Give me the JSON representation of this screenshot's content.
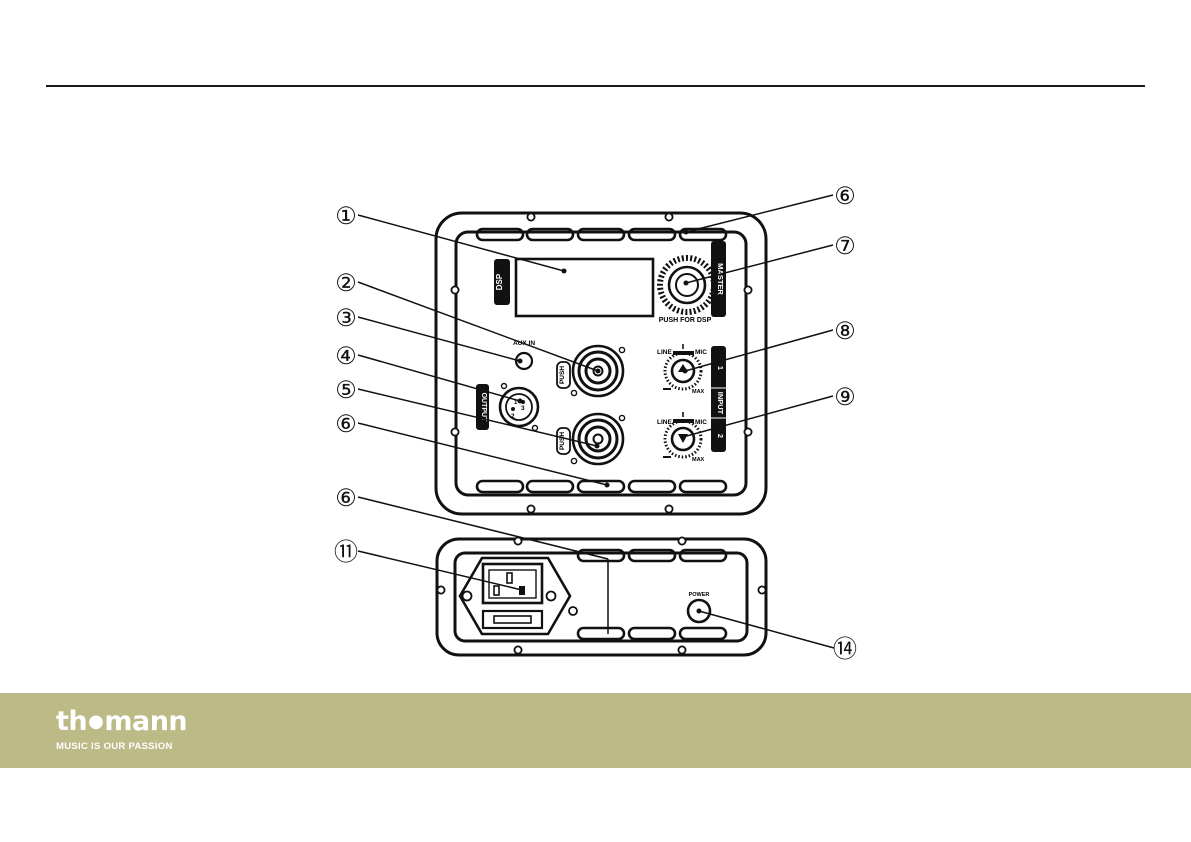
{
  "callouts": {
    "c1": "①",
    "c2": "②",
    "c3": "③",
    "c4": "④",
    "c5": "⑤",
    "c6a": "⑥",
    "c6b": "⑥",
    "c6c": "⑥",
    "c7": "⑦",
    "c8": "⑧",
    "c9": "⑨",
    "c11": "⑪",
    "c14": "⑭"
  },
  "panel": {
    "dsp": "DSP",
    "master": "MASTER",
    "push_for_dsp": "PUSH FOR DSP",
    "aux_in": "AUX IN",
    "output": "OUTPUT",
    "push1": "PUSH",
    "push2": "PUSH",
    "line1": "LINE",
    "mic1": "MIC",
    "max1": "MAX",
    "line2": "LINE",
    "mic2": "MIC",
    "max2": "MAX",
    "input": "INPUT",
    "ch1": "1",
    "ch2": "2",
    "xlr_pin1": "1",
    "xlr_pin2": "2",
    "xlr_pin3": "3",
    "power": "POWER"
  },
  "footer": {
    "logo_left": "th",
    "logo_dot": "●",
    "logo_right": "mann",
    "slogan": "MUSIC IS OUR PASSION",
    "background_color": "#bcba87"
  }
}
